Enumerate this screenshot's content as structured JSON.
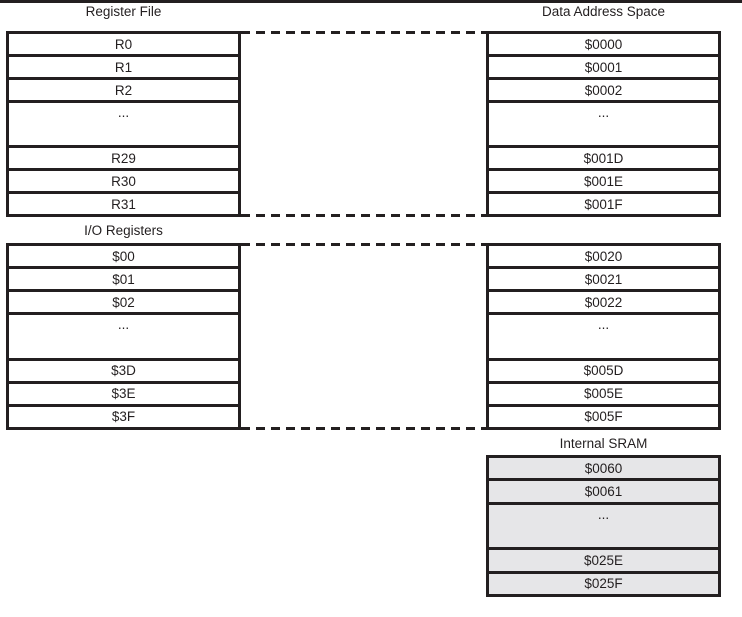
{
  "titles": {
    "register_file": "Register File",
    "data_address_space": "Data Address Space",
    "io_registers": "I/O Registers",
    "internal_sram": "Internal SRAM"
  },
  "register_file": {
    "rows": [
      "R0",
      "R1",
      "R2",
      "...",
      "R29",
      "R30",
      "R31"
    ]
  },
  "data_space_registers": {
    "rows": [
      "$0000",
      "$0001",
      "$0002",
      "...",
      "$001D",
      "$001E",
      "$001F"
    ]
  },
  "io_registers": {
    "rows": [
      "$00",
      "$01",
      "$02",
      "...",
      "$3D",
      "$3E",
      "$3F"
    ]
  },
  "data_space_io": {
    "rows": [
      "$0020",
      "$0021",
      "$0022",
      "...",
      "$005D",
      "$005E",
      "$005F"
    ]
  },
  "internal_sram": {
    "rows": [
      "$0060",
      "$0061",
      "...",
      "$025E",
      "$025F"
    ]
  },
  "colors": {
    "line": "#231f20",
    "sram_fill": "#e6e6e8",
    "background": "#ffffff"
  }
}
